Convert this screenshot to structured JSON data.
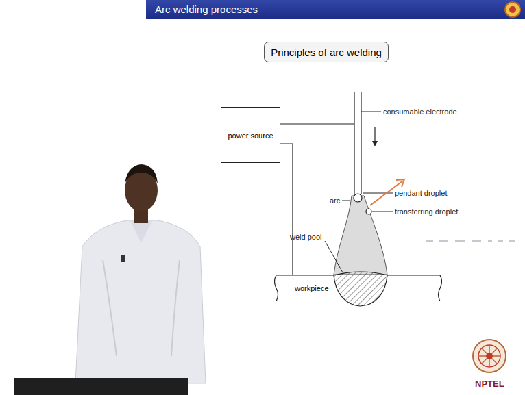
{
  "diagram": {
    "title": "Arc welding processes",
    "nodes": [
      {
        "text": [
          "Principles of arc welding"
        ]
      },
      {
        "text": [
          "power source"
        ]
      },
      {
        "text": [
          "workpiece"
        ]
      }
    ],
    "edges": [
      {
        "from": 1,
        "to": 2,
        "arrow": "none"
      }
    ],
    "labels": [
      "consumable electrode",
      "pendant droplet",
      "arc",
      "transferring droplet",
      "weld pool",
      "NPTEL"
    ]
  }
}
